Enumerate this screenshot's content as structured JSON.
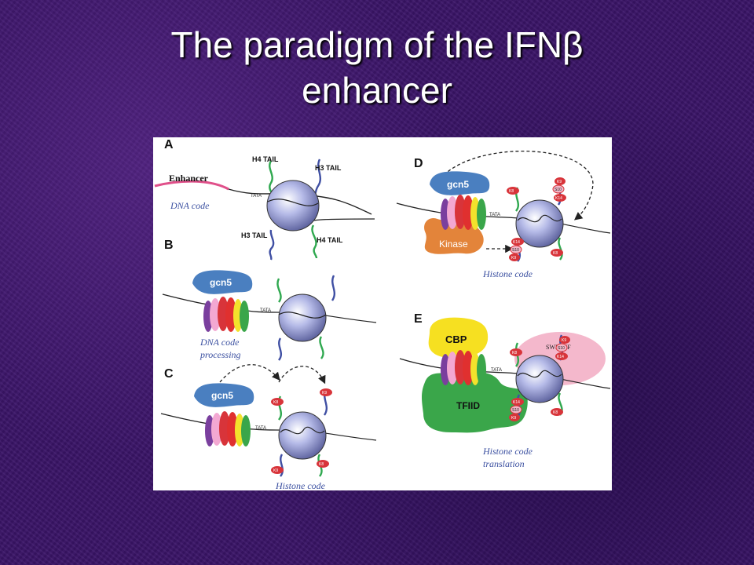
{
  "slide": {
    "title_line1": "The paradigm of the IFNβ",
    "title_line2": "enhancer"
  },
  "figure": {
    "panel_a": {
      "letter": "A",
      "h4_tail_top": "H4 TAIL",
      "h3_tail_top": "H3 TAIL",
      "h3_tail_bottom": "H3 TAIL",
      "h4_tail_bottom": "H4 TAIL",
      "enhancer": "Enhancer",
      "tata": "TATA",
      "caption": "DNA code"
    },
    "panel_b": {
      "letter": "B",
      "gcn5": "gcn5",
      "tata": "TATA",
      "caption_line1": "DNA code",
      "caption_line2": "processing"
    },
    "panel_c": {
      "letter": "C",
      "gcn5": "gcn5",
      "tata": "TATA",
      "k8_top": "K8",
      "k9_top": "K9",
      "k9_bottom": "K9",
      "k8_bottom": "K8",
      "caption": "Histone code"
    },
    "panel_d": {
      "letter": "D",
      "gcn5": "gcn5",
      "kinase": "Kinase",
      "tata": "TATA",
      "k8_top": "K8",
      "k9": "K9",
      "s10": "S10",
      "k14": "K14",
      "k14_lower": "K14",
      "s10_lower": "S10",
      "k9_lower": "K9",
      "k8_bottom": "K8",
      "caption": "Histone code"
    },
    "panel_e": {
      "letter": "E",
      "cbp": "CBP",
      "tfiid": "TFIID",
      "swi_snf": "SWI/SNF",
      "tata": "TATA",
      "k8_top": "K8",
      "k9": "K9",
      "s10": "S10",
      "k14": "K14",
      "k14_lower": "K14",
      "s10_lower": "S10",
      "k9_lower": "K9",
      "k8_bottom": "K8",
      "caption_line1": "Histone code",
      "caption_line2": "translation"
    }
  },
  "colors": {
    "background": "#3a1468",
    "nucleosome": "#9aa0dc",
    "gcn5": "#4a7fc0",
    "kinase": "#e3843a",
    "cbp": "#f6e021",
    "tfiid": "#3aa64a",
    "swi_snf": "#f2b6c8",
    "h3_tail": "#3f4fa3",
    "h4_tail": "#2fa84f",
    "modification": "#d8343a",
    "enhancer": "#e0508a",
    "caption": "#3a4fa0"
  }
}
